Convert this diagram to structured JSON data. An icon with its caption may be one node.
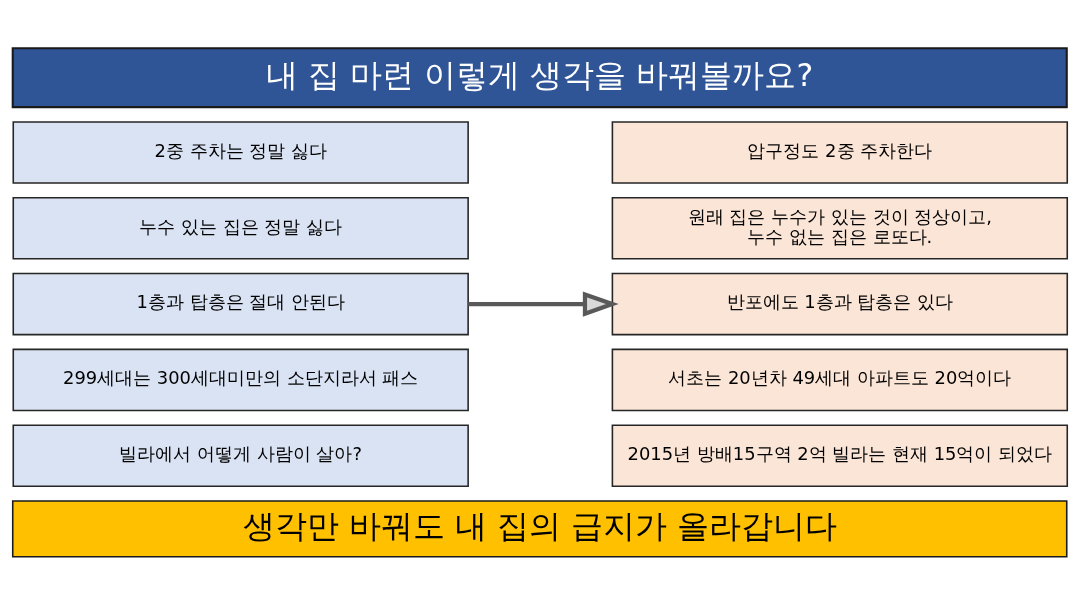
{
  "diagram": {
    "nodes": [
      {
        "text": [
          "내 집 마련 이렇게 생각을 바꿔볼까요?"
        ]
      },
      {
        "text": [
          "2중 주차는 정말 싫다"
        ]
      },
      {
        "text": [
          "누수 있는 집은 정말 싫다"
        ]
      },
      {
        "text": [
          "1층과 탑층은 절대 안된다"
        ]
      },
      {
        "text": [
          "299세대는 300세대미만의 소단지라서 패스"
        ]
      },
      {
        "text": [
          "빌라에서 어떻게 사람이 살아?"
        ]
      },
      {
        "text": [
          "압구정도 2중 주차한다"
        ]
      },
      {
        "text": [
          "원래 집은 누수가 있는 것이 정상이고, 누수 없는 집은 로또다."
        ]
      },
      {
        "text": [
          "반포에도 1층과 탑층은 있다"
        ]
      },
      {
        "text": [
          "서초는 20년차 49세대 아파트도 20억이다"
        ]
      },
      {
        "text": [
          "2015년 방배15구역 2억 빌라는 현재 15억이 되었다"
        ]
      },
      {
        "text": [
          "생각만 바꿔도 내 집의 급지가 올라갑니다"
        ]
      }
    ],
    "edges": [
      {
        "from": 3,
        "to": 8,
        "arrow": "to"
      }
    ]
  }
}
